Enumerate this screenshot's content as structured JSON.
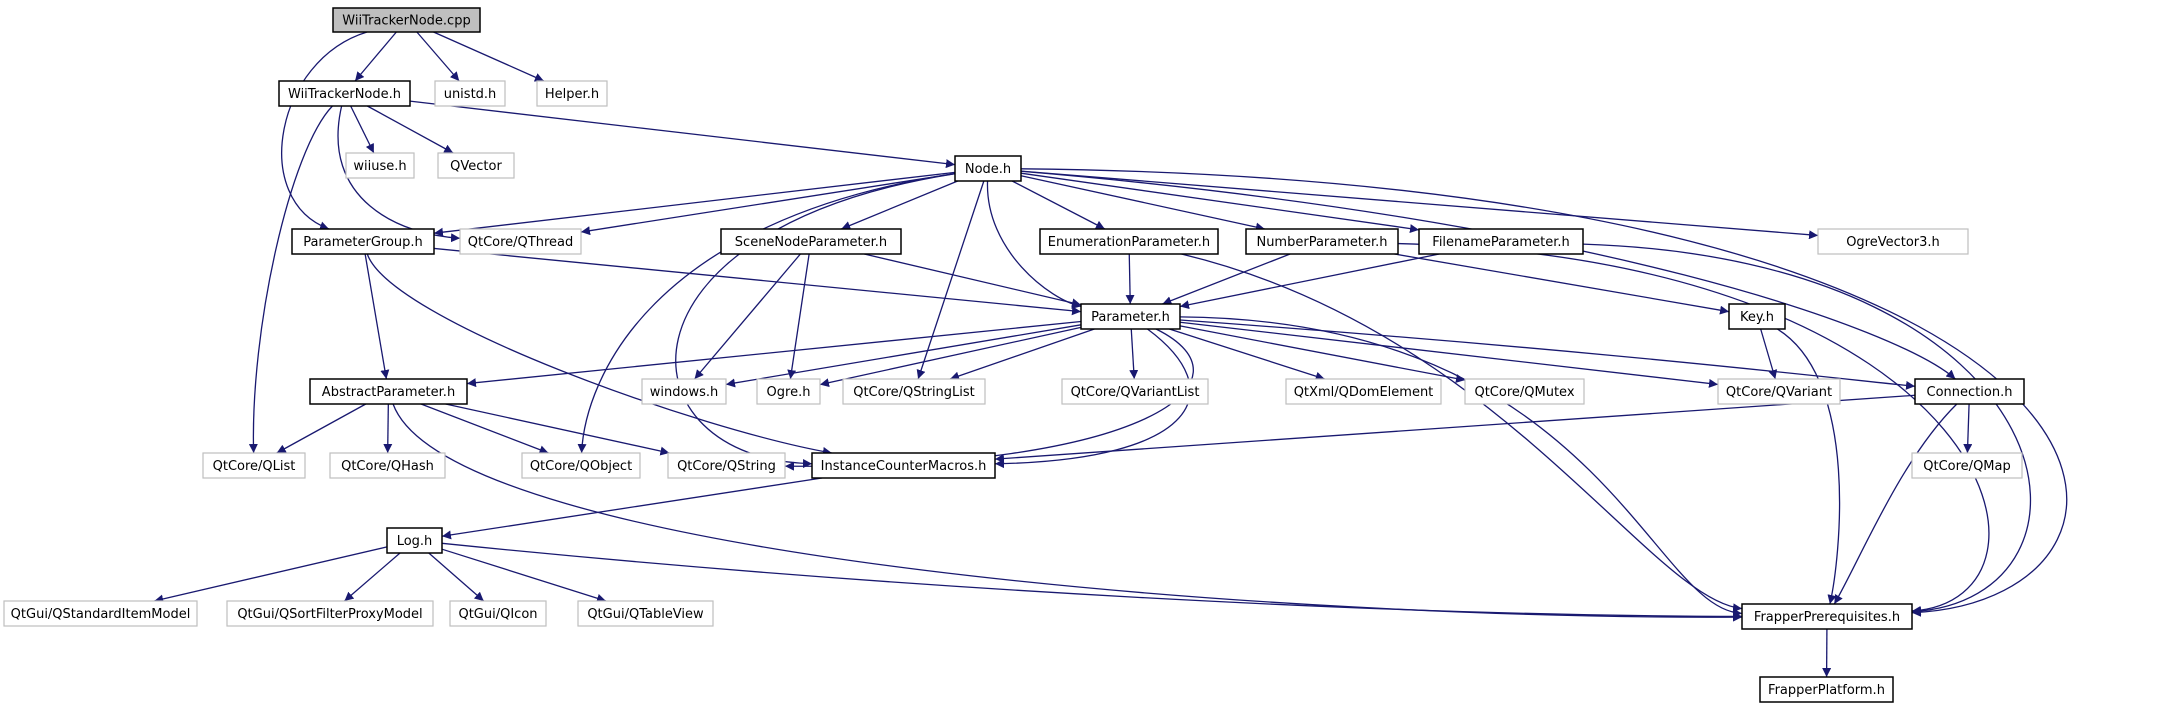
{
  "graph": {
    "nodes": [
      {
        "id": "WiiTrackerNode_cpp",
        "label": "WiiTrackerNode.cpp",
        "kind": "root"
      },
      {
        "id": "WiiTrackerNode_h",
        "label": "WiiTrackerNode.h",
        "kind": "local"
      },
      {
        "id": "unistd_h",
        "label": "unistd.h",
        "kind": "system"
      },
      {
        "id": "Helper_h",
        "label": "Helper.h",
        "kind": "system"
      },
      {
        "id": "wiiuse_h",
        "label": "wiiuse.h",
        "kind": "system"
      },
      {
        "id": "QVector",
        "label": "QVector",
        "kind": "system"
      },
      {
        "id": "Node_h",
        "label": "Node.h",
        "kind": "local"
      },
      {
        "id": "ParameterGroup_h",
        "label": "ParameterGroup.h",
        "kind": "local"
      },
      {
        "id": "QThread",
        "label": "QtCore/QThread",
        "kind": "system"
      },
      {
        "id": "SceneNodeParameter_h",
        "label": "SceneNodeParameter.h",
        "kind": "local"
      },
      {
        "id": "EnumerationParameter_h",
        "label": "EnumerationParameter.h",
        "kind": "local"
      },
      {
        "id": "NumberParameter_h",
        "label": "NumberParameter.h",
        "kind": "local"
      },
      {
        "id": "FilenameParameter_h",
        "label": "FilenameParameter.h",
        "kind": "local"
      },
      {
        "id": "OgreVector3_h",
        "label": "OgreVector3.h",
        "kind": "system"
      },
      {
        "id": "Parameter_h",
        "label": "Parameter.h",
        "kind": "local"
      },
      {
        "id": "Key_h",
        "label": "Key.h",
        "kind": "local"
      },
      {
        "id": "AbstractParameter_h",
        "label": "AbstractParameter.h",
        "kind": "local"
      },
      {
        "id": "windows_h",
        "label": "windows.h",
        "kind": "system"
      },
      {
        "id": "Ogre_h",
        "label": "Ogre.h",
        "kind": "system"
      },
      {
        "id": "QStringList",
        "label": "QtCore/QStringList",
        "kind": "system"
      },
      {
        "id": "QVariantList",
        "label": "QtCore/QVariantList",
        "kind": "system"
      },
      {
        "id": "QDomElement",
        "label": "QtXml/QDomElement",
        "kind": "system"
      },
      {
        "id": "QMutex",
        "label": "QtCore/QMutex",
        "kind": "system"
      },
      {
        "id": "QVariant",
        "label": "QtCore/QVariant",
        "kind": "system"
      },
      {
        "id": "Connection_h",
        "label": "Connection.h",
        "kind": "local"
      },
      {
        "id": "QList",
        "label": "QtCore/QList",
        "kind": "system"
      },
      {
        "id": "QHash",
        "label": "QtCore/QHash",
        "kind": "system"
      },
      {
        "id": "QObject",
        "label": "QtCore/QObject",
        "kind": "system"
      },
      {
        "id": "QString",
        "label": "QtCore/QString",
        "kind": "system"
      },
      {
        "id": "InstanceCounterMacros_h",
        "label": "InstanceCounterMacros.h",
        "kind": "local"
      },
      {
        "id": "QMap",
        "label": "QtCore/QMap",
        "kind": "system"
      },
      {
        "id": "Log_h",
        "label": "Log.h",
        "kind": "local"
      },
      {
        "id": "QStandardItemModel",
        "label": "QtGui/QStandardItemModel",
        "kind": "system"
      },
      {
        "id": "QSortFilterProxyModel",
        "label": "QtGui/QSortFilterProxyModel",
        "kind": "system"
      },
      {
        "id": "QIcon",
        "label": "QtGui/QIcon",
        "kind": "system"
      },
      {
        "id": "QTableView",
        "label": "QtGui/QTableView",
        "kind": "system"
      },
      {
        "id": "FrapperPrerequisites_h",
        "label": "FrapperPrerequisites.h",
        "kind": "local"
      },
      {
        "id": "FrapperPlatform_h",
        "label": "FrapperPlatform.h",
        "kind": "local"
      }
    ],
    "edges": [
      [
        "WiiTrackerNode_cpp",
        "WiiTrackerNode_h"
      ],
      [
        "WiiTrackerNode_cpp",
        "unistd_h"
      ],
      [
        "WiiTrackerNode_cpp",
        "Helper_h"
      ],
      [
        "WiiTrackerNode_cpp",
        "ParameterGroup_h"
      ],
      [
        "WiiTrackerNode_h",
        "wiiuse_h"
      ],
      [
        "WiiTrackerNode_h",
        "QVector"
      ],
      [
        "WiiTrackerNode_h",
        "Node_h"
      ],
      [
        "WiiTrackerNode_h",
        "QThread"
      ],
      [
        "WiiTrackerNode_h",
        "QList"
      ],
      [
        "Node_h",
        "ParameterGroup_h"
      ],
      [
        "Node_h",
        "QThread"
      ],
      [
        "Node_h",
        "SceneNodeParameter_h"
      ],
      [
        "Node_h",
        "EnumerationParameter_h"
      ],
      [
        "Node_h",
        "NumberParameter_h"
      ],
      [
        "Node_h",
        "FilenameParameter_h"
      ],
      [
        "Node_h",
        "OgreVector3_h"
      ],
      [
        "Node_h",
        "Parameter_h"
      ],
      [
        "Node_h",
        "QStringList"
      ],
      [
        "Node_h",
        "QObject"
      ],
      [
        "Node_h",
        "InstanceCounterMacros_h"
      ],
      [
        "Node_h",
        "Connection_h"
      ],
      [
        "Node_h",
        "FrapperPrerequisites_h"
      ],
      [
        "ParameterGroup_h",
        "Parameter_h"
      ],
      [
        "ParameterGroup_h",
        "AbstractParameter_h"
      ],
      [
        "ParameterGroup_h",
        "InstanceCounterMacros_h"
      ],
      [
        "SceneNodeParameter_h",
        "Parameter_h"
      ],
      [
        "SceneNodeParameter_h",
        "windows_h"
      ],
      [
        "SceneNodeParameter_h",
        "Ogre_h"
      ],
      [
        "EnumerationParameter_h",
        "Parameter_h"
      ],
      [
        "EnumerationParameter_h",
        "FrapperPrerequisites_h"
      ],
      [
        "NumberParameter_h",
        "Parameter_h"
      ],
      [
        "NumberParameter_h",
        "Key_h"
      ],
      [
        "NumberParameter_h",
        "FrapperPrerequisites_h"
      ],
      [
        "FilenameParameter_h",
        "Parameter_h"
      ],
      [
        "FilenameParameter_h",
        "FrapperPrerequisites_h"
      ],
      [
        "Parameter_h",
        "AbstractParameter_h"
      ],
      [
        "Parameter_h",
        "windows_h"
      ],
      [
        "Parameter_h",
        "Ogre_h"
      ],
      [
        "Parameter_h",
        "QStringList"
      ],
      [
        "Parameter_h",
        "QVariantList"
      ],
      [
        "Parameter_h",
        "QDomElement"
      ],
      [
        "Parameter_h",
        "QMutex"
      ],
      [
        "Parameter_h",
        "QVariant"
      ],
      [
        "Parameter_h",
        "Connection_h"
      ],
      [
        "Parameter_h",
        "QString"
      ],
      [
        "Parameter_h",
        "InstanceCounterMacros_h"
      ],
      [
        "Parameter_h",
        "FrapperPrerequisites_h"
      ],
      [
        "Key_h",
        "QVariant"
      ],
      [
        "Key_h",
        "FrapperPrerequisites_h"
      ],
      [
        "AbstractParameter_h",
        "QList"
      ],
      [
        "AbstractParameter_h",
        "QHash"
      ],
      [
        "AbstractParameter_h",
        "QObject"
      ],
      [
        "AbstractParameter_h",
        "QString"
      ],
      [
        "AbstractParameter_h",
        "FrapperPrerequisites_h"
      ],
      [
        "Connection_h",
        "InstanceCounterMacros_h"
      ],
      [
        "Connection_h",
        "QMap"
      ],
      [
        "Connection_h",
        "FrapperPrerequisites_h"
      ],
      [
        "InstanceCounterMacros_h",
        "Log_h"
      ],
      [
        "Log_h",
        "QStandardItemModel"
      ],
      [
        "Log_h",
        "QSortFilterProxyModel"
      ],
      [
        "Log_h",
        "QIcon"
      ],
      [
        "Log_h",
        "QTableView"
      ],
      [
        "Log_h",
        "FrapperPrerequisites_h"
      ],
      [
        "FrapperPrerequisites_h",
        "FrapperPlatform_h"
      ]
    ]
  }
}
